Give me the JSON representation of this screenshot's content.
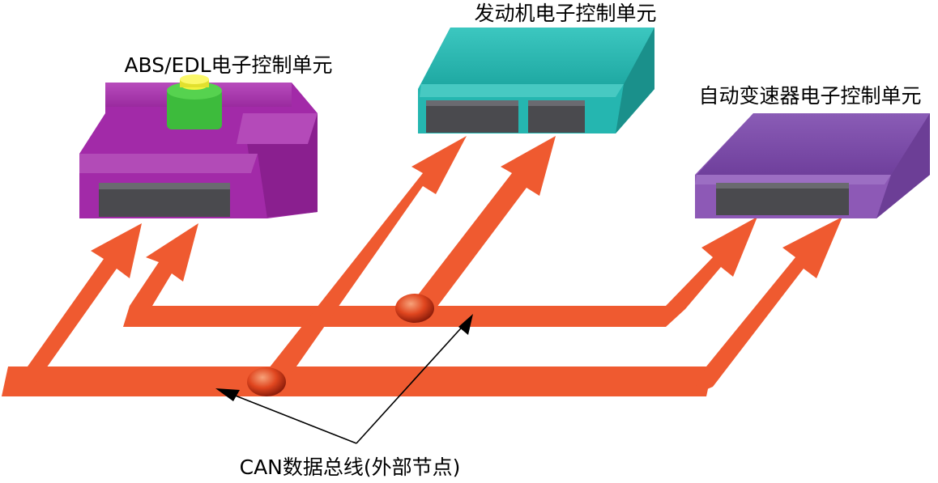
{
  "labels": {
    "abs_unit": "ABS/EDL电子控制单元",
    "engine_unit": "发动机电子控制单元",
    "transmission_unit": "自动变速器电子控制单元",
    "can_bus": "CAN数据总线(外部节点)"
  },
  "colors": {
    "bus": "#ef5a30",
    "abs_body": "#a22aa8",
    "engine_body": "#25b6b0",
    "transmission_body": "#8d59b6",
    "connector": "#4a4a4e",
    "knob": "#3dbb3c",
    "node": "#d93a1c"
  }
}
